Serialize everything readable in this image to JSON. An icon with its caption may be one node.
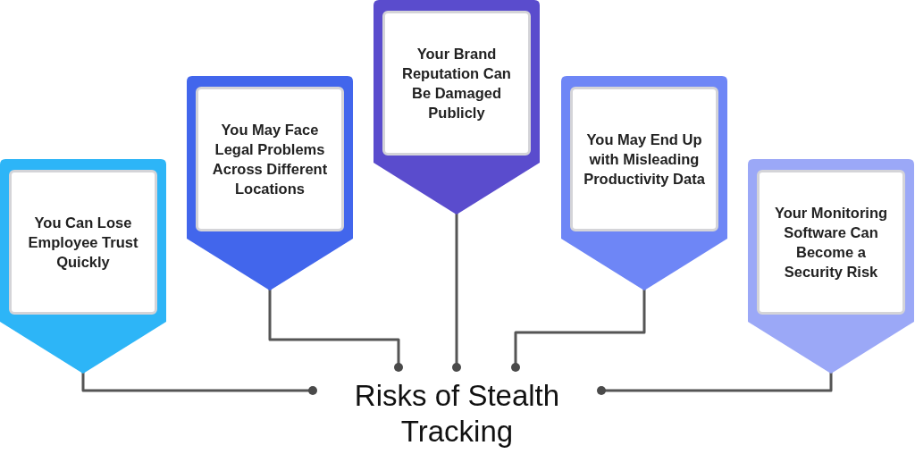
{
  "diagram": {
    "nodes": [
      {
        "text": [
          "You Can Lose Employee Trust Quickly"
        ]
      },
      {
        "text": [
          "You May Face Legal Problems Across Different Locations"
        ]
      },
      {
        "text": [
          "Your Brand Reputation Can Be Damaged Publicly"
        ]
      },
      {
        "text": [
          "You May End Up with Misleading Productivity Data"
        ]
      },
      {
        "text": [
          "Your Monitoring Software Can Become a Security Risk"
        ]
      },
      {
        "text": [
          "Risks of Stealth Tracking"
        ]
      }
    ],
    "edges": [
      {
        "from": 0,
        "to": 5,
        "arrow": "other"
      },
      {
        "from": 1,
        "to": 5,
        "arrow": "other"
      },
      {
        "from": 2,
        "to": 5,
        "arrow": "other"
      },
      {
        "from": 3,
        "to": 5,
        "arrow": "other"
      },
      {
        "from": 4,
        "to": 5,
        "arrow": "other"
      }
    ]
  }
}
